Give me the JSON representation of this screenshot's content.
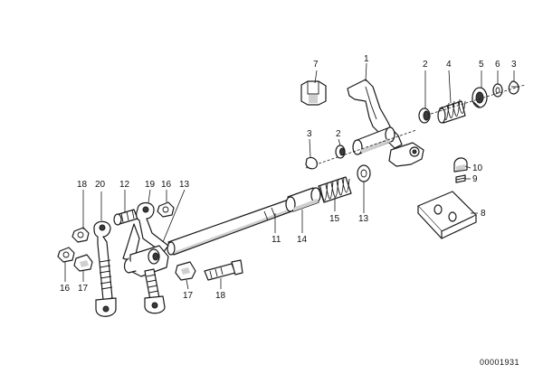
{
  "callouts": {
    "c7": "7",
    "c1": "1",
    "c2a": "2",
    "c4": "4",
    "c5": "5",
    "c6": "6",
    "c3a": "3",
    "c3b": "3",
    "c2b": "2",
    "c10": "10",
    "c9": "9",
    "c8": "8",
    "c18a": "18",
    "c20": "20",
    "c12": "12",
    "c19": "19",
    "c16a": "16",
    "c13a": "13",
    "c15": "15",
    "c13b": "13",
    "c11": "11",
    "c14": "14",
    "c16b": "16",
    "c17a": "17",
    "c17b": "17",
    "c18b": "18"
  },
  "document_number": "00001931"
}
